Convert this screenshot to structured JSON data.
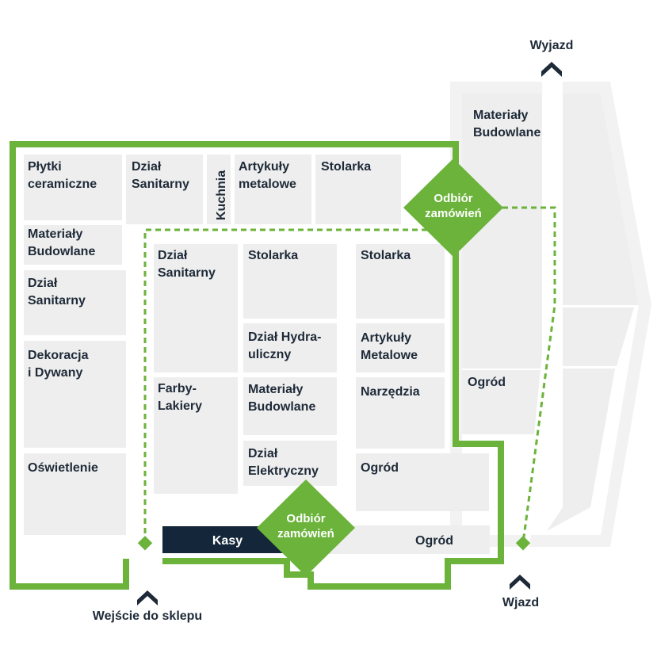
{
  "colors": {
    "accent_green": "#6bb33a",
    "room_gray": "#eeeeee",
    "navy": "#14263a",
    "text_dark": "#1e2a38"
  },
  "labels": {
    "exit_top": "Wyjazd",
    "entrance_car": "Wjazd",
    "entrance_store": "Wejście do sklepu",
    "checkout": "Kasy",
    "pickup": [
      "Odbiór",
      "zamówień"
    ]
  },
  "departments": {
    "tiles": [
      "Płytki",
      "ceramiczne"
    ],
    "sanitary_top": [
      "Dział",
      "Sanitarny"
    ],
    "kitchen": "Kuchnia",
    "metal_top": [
      "Artykuły",
      "metalowe"
    ],
    "joinery_top": "Stolarka",
    "building_left": [
      "Materiały",
      "Budowlane"
    ],
    "sanitary_left": [
      "Dział",
      "Sanitarny"
    ],
    "decor": [
      "Dekoracja",
      "i Dywany"
    ],
    "lighting": "Oświetlenie",
    "sanitary_mid": [
      "Dział",
      "Sanitarny"
    ],
    "paints": [
      "Farby-",
      "Lakiery"
    ],
    "joinery_mid": "Stolarka",
    "hydraulic": [
      "Dział Hydra-",
      "uliczny"
    ],
    "building_mid": [
      "Materiały",
      "Budowlane"
    ],
    "electrical": [
      "Dział",
      "Elektryczny"
    ],
    "joinery_right": "Stolarka",
    "metal_right": [
      "Artykuły",
      "Metalowe"
    ],
    "tools": "Narzędzia",
    "garden_mid": "Ogród",
    "garden_bottom": "Ogród",
    "building_yard": [
      "Materiały",
      "Budowlane"
    ],
    "garden_yard": "Ogród"
  },
  "icons": [
    "arrow-up-icon",
    "pickup-diamond-icon",
    "path-marker-icon"
  ]
}
